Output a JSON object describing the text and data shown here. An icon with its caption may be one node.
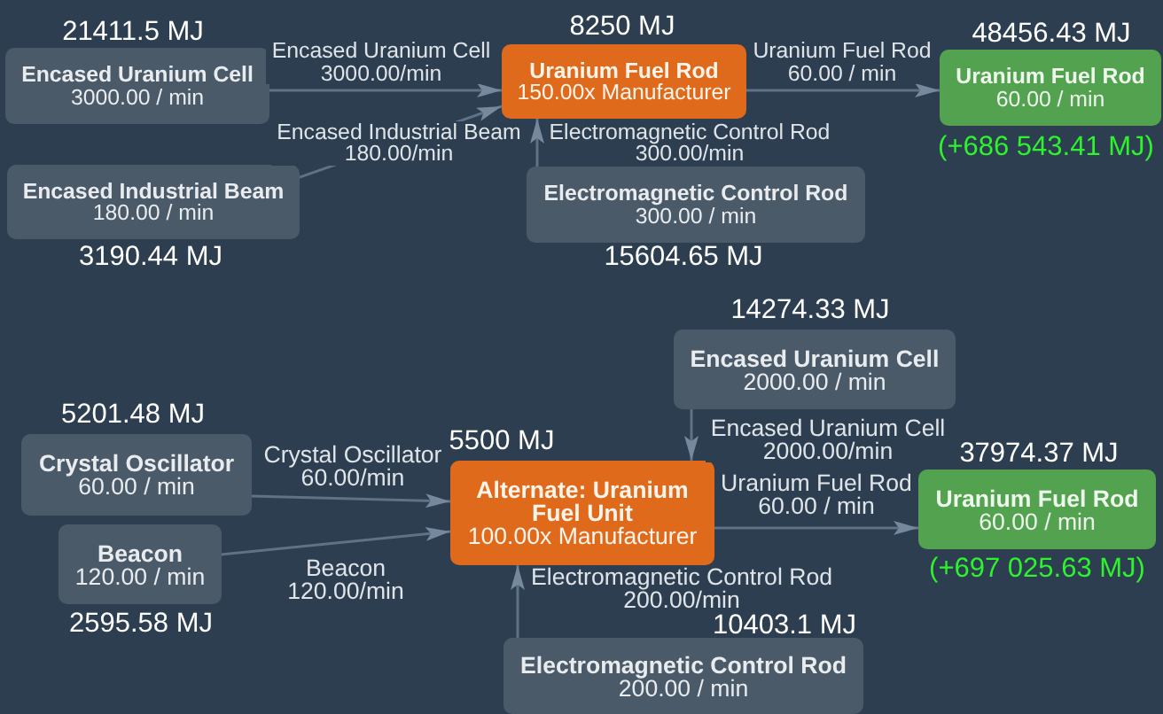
{
  "diagram": {
    "nodes": [
      {
        "text": [
          "Encased Uranium Cell",
          "3000.00 / min"
        ],
        "beside": [
          "21411.5 MJ"
        ]
      },
      {
        "text": [
          "Uranium Fuel Rod",
          "150.00x Manufacturer"
        ],
        "beside": [
          "8250 MJ"
        ]
      },
      {
        "text": [
          "Uranium Fuel Rod",
          "60.00 / min"
        ],
        "beside": [
          "48456.43 MJ",
          "(+686 543.41 MJ)"
        ]
      },
      {
        "text": [
          "Encased Industrial Beam",
          "180.00 / min"
        ],
        "beside": [
          "3190.44 MJ"
        ]
      },
      {
        "text": [
          "Electromagnetic Control Rod",
          "300.00 / min"
        ],
        "beside": [
          "15604.65 MJ"
        ]
      },
      {
        "text": [
          "Encased Uranium Cell",
          "2000.00 / min"
        ],
        "beside": [
          "14274.33 MJ"
        ]
      },
      {
        "text": [
          "Crystal Oscillator",
          "60.00 / min"
        ],
        "beside": [
          "5201.48 MJ"
        ]
      },
      {
        "text": [
          "Alternate: Uranium Fuel Unit",
          "100.00x Manufacturer"
        ],
        "beside": [
          "5500 MJ"
        ]
      },
      {
        "text": [
          "Uranium Fuel Rod",
          "60.00 / min"
        ],
        "beside": [
          "37974.37 MJ",
          "(+697 025.63 MJ)"
        ]
      },
      {
        "text": [
          "Beacon",
          "120.00 / min"
        ],
        "beside": [
          "2595.58 MJ"
        ]
      },
      {
        "text": [
          "Electromagnetic Control Rod",
          "200.00 / min"
        ],
        "beside": [
          "10403.1 MJ"
        ]
      }
    ],
    "edges": [
      {
        "from": 0,
        "to": 1,
        "arrow": "to",
        "label": "Encased Uranium Cell 3000.00/min"
      },
      {
        "from": 3,
        "to": 1,
        "arrow": "to",
        "label": "Encased Industrial Beam 180.00/min"
      },
      {
        "from": 4,
        "to": 1,
        "arrow": "to",
        "label": "Electromagnetic Control Rod 300.00/min"
      },
      {
        "from": 1,
        "to": 2,
        "arrow": "to",
        "label": "Uranium Fuel Rod 60.00 / min"
      },
      {
        "from": 5,
        "to": 7,
        "arrow": "to",
        "label": "Encased Uranium Cell 2000.00/min"
      },
      {
        "from": 6,
        "to": 7,
        "arrow": "to",
        "label": "Crystal Oscillator 60.00/min"
      },
      {
        "from": 9,
        "to": 7,
        "arrow": "to",
        "label": "Beacon 120.00/min"
      },
      {
        "from": 10,
        "to": 7,
        "arrow": "to",
        "label": "Electromagnetic Control Rod 200.00/min"
      },
      {
        "from": 7,
        "to": 8,
        "arrow": "to",
        "label": "Uranium Fuel Rod 60.00 / min"
      }
    ]
  }
}
